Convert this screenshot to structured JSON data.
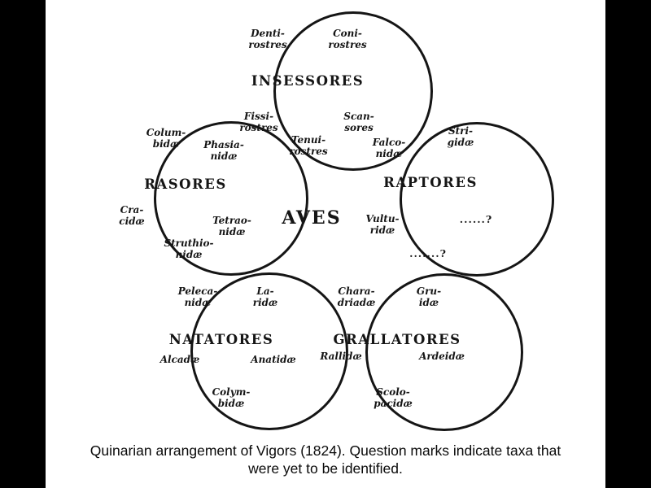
{
  "figure": {
    "center_label": "AVES",
    "caption": "Quinarian arrangement of Vigors (1824). Question marks indicate taxa that\nwere yet to be identified.",
    "colors": {
      "background": "#000000",
      "panel": "#ffffff",
      "ink": "#151515"
    },
    "circles": [
      {
        "name": "INSESSORES",
        "labels": [
          "Denti-\nrostres",
          "Coni-\nrostres",
          "Fissi-\nrostres",
          "Scan-\nsores",
          "Tenui-\nrostres"
        ]
      },
      {
        "name": "RASORES",
        "labels": [
          "Colum-\nbidæ",
          "Phasia-\nnidæ",
          "Cra-\ncidæ",
          "Tetrao-\nnidæ",
          "Struthio-\nnidæ"
        ]
      },
      {
        "name": "RAPTORES",
        "labels": [
          "Falco-\nnidæ",
          "Stri-\ngidæ",
          "Vultu-\nridæ",
          "......?",
          ".......?"
        ]
      },
      {
        "name": "NATATORES",
        "labels": [
          "Peleca-\nnidæ",
          "La-\nridæ",
          "Alcadæ",
          "Anatidæ",
          "Colym-\nbidæ"
        ]
      },
      {
        "name": "GRALLATORES",
        "labels": [
          "Chara-\ndriadæ",
          "Gru-\nidæ",
          "Rallidæ",
          "Ardeidæ",
          "Scolo-\npacidæ"
        ]
      }
    ]
  }
}
